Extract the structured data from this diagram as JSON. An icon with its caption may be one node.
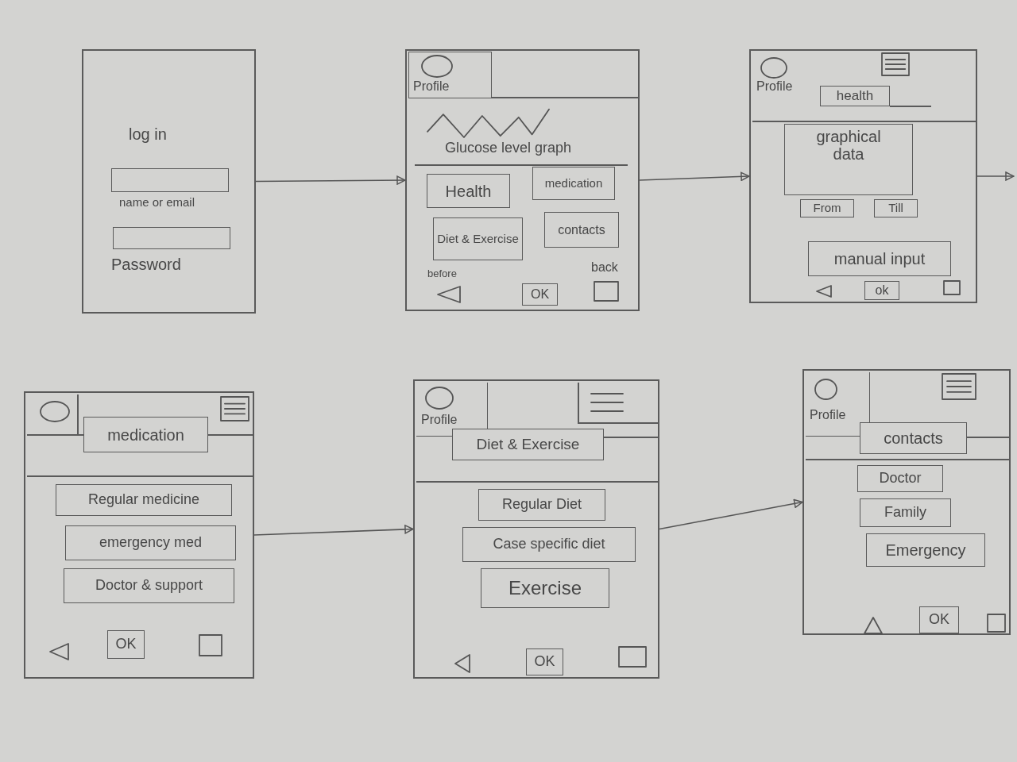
{
  "diagram": {
    "nodes": [
      {
        "text": [
          "log in",
          "name or email",
          "Password"
        ]
      },
      {
        "text": [],
        "shape": "box",
        "in": 0
      },
      {
        "text": [],
        "shape": "box",
        "in": 0
      },
      {
        "text": [
          "Glucose level graph",
          "before",
          "back"
        ]
      },
      {
        "text": [
          "Profile"
        ],
        "in": 3
      },
      {
        "text": [
          "Health"
        ],
        "in": 3
      },
      {
        "text": [
          "medication"
        ],
        "in": 3
      },
      {
        "text": [
          "Diet & Exercise"
        ],
        "in": 3
      },
      {
        "text": [
          "contacts"
        ],
        "in": 3
      },
      {
        "text": [
          "OK"
        ],
        "in": 3
      },
      {
        "text": [
          "Profile"
        ]
      },
      {
        "text": [
          "health"
        ],
        "in": 10
      },
      {
        "text": [
          "graphical data"
        ],
        "in": 10
      },
      {
        "text": [
          "From"
        ],
        "in": 10
      },
      {
        "text": [
          "Till"
        ],
        "in": 10
      },
      {
        "text": [
          "manual input"
        ],
        "in": 10
      },
      {
        "text": [
          "ok"
        ],
        "in": 10
      },
      {
        "text": [],
        "shape": "box"
      },
      {
        "text": [
          "medication"
        ],
        "in": 17
      },
      {
        "text": [
          "Regular medicine"
        ],
        "in": 17
      },
      {
        "text": [
          "emergency med"
        ],
        "in": 17
      },
      {
        "text": [
          "Doctor & support"
        ],
        "in": 17
      },
      {
        "text": [
          "OK"
        ],
        "in": 17
      },
      {
        "text": [],
        "shape": "box"
      },
      {
        "text": [
          "Profile"
        ],
        "in": 23
      },
      {
        "text": [
          "Diet & Exercise"
        ],
        "in": 23
      },
      {
        "text": [
          "Regular Diet"
        ],
        "in": 23
      },
      {
        "text": [
          "Case specific diet"
        ],
        "in": 23
      },
      {
        "text": [
          "Exercise"
        ],
        "in": 23
      },
      {
        "text": [
          "OK"
        ],
        "in": 23
      },
      {
        "text": [],
        "shape": "box"
      },
      {
        "text": [
          "Profile"
        ],
        "in": 30
      },
      {
        "text": [
          "contacts"
        ],
        "in": 30
      },
      {
        "text": [
          "Doctor"
        ],
        "in": 30
      },
      {
        "text": [
          "Family"
        ],
        "in": 30
      },
      {
        "text": [
          "Emergency"
        ],
        "in": 30
      },
      {
        "text": [
          "OK"
        ],
        "in": 30
      }
    ],
    "edges": [
      {
        "from": 0,
        "to": 3,
        "arrow": "to"
      },
      {
        "from": 3,
        "to": 10,
        "arrow": "to"
      },
      {
        "from": 10,
        "to": null,
        "arrow": "to"
      },
      {
        "from": 17,
        "to": 23,
        "arrow": "to"
      },
      {
        "from": 23,
        "to": 30,
        "arrow": "to"
      }
    ]
  }
}
